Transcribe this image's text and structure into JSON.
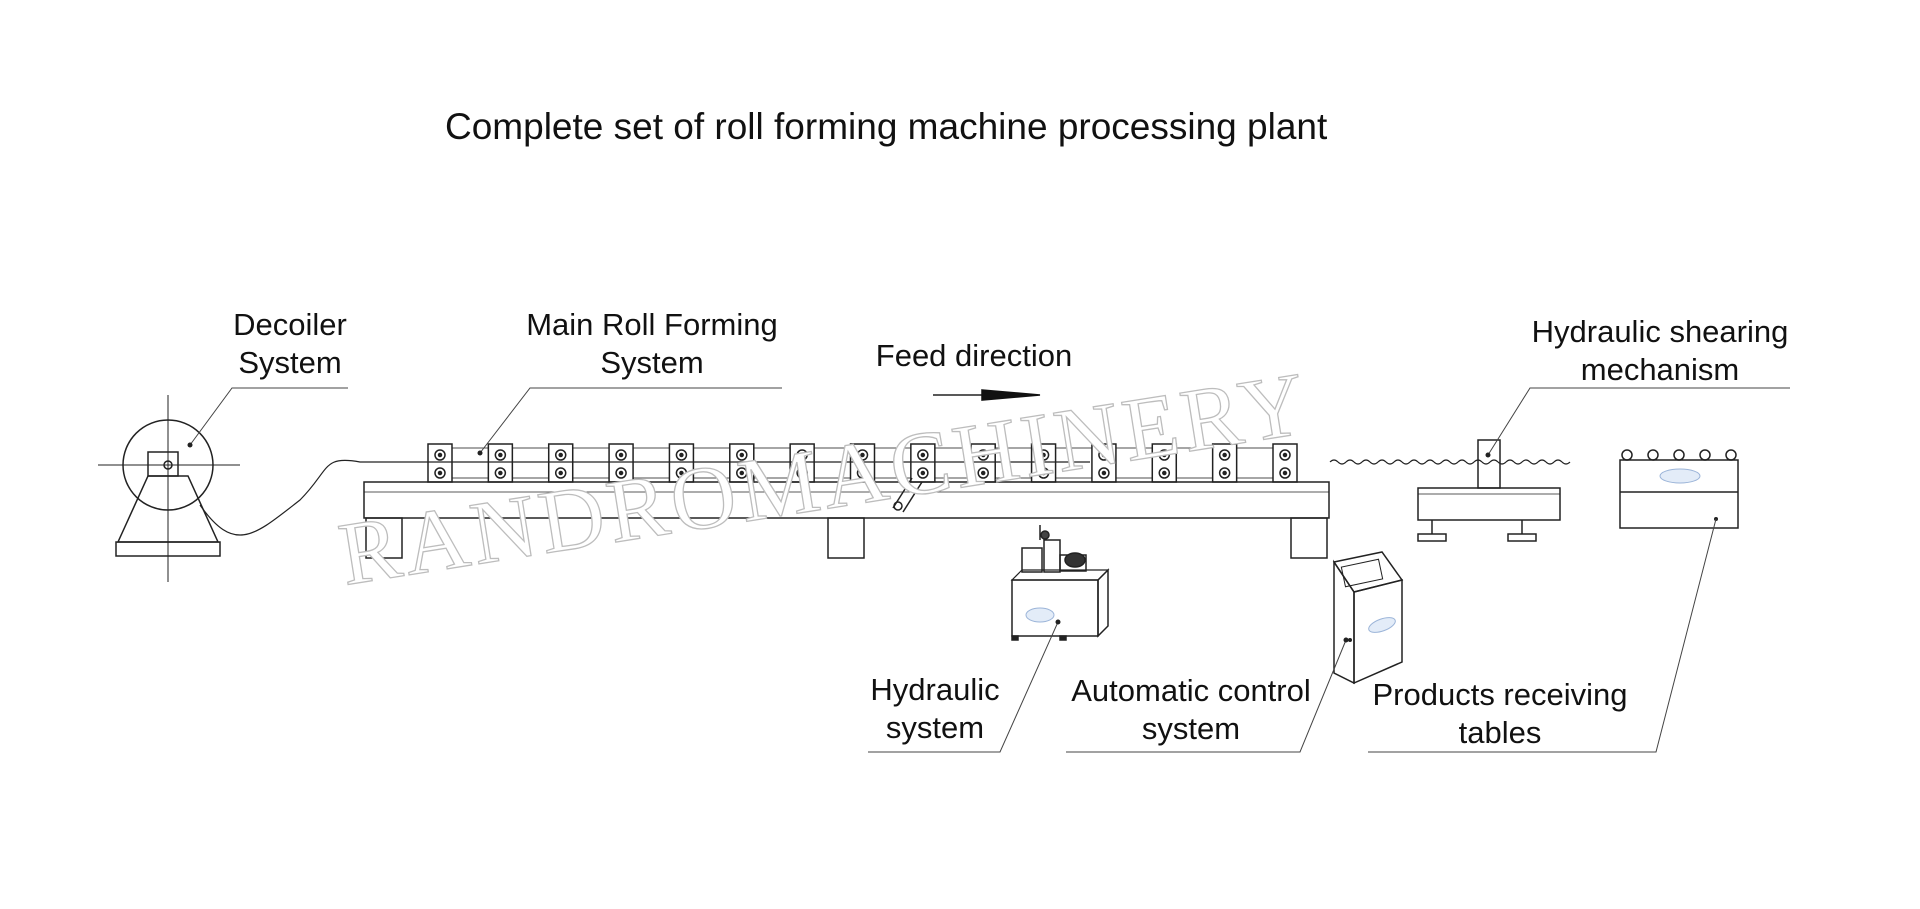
{
  "title": "Complete set of roll forming machine processing plant",
  "watermark": "RANDROMACHINERY",
  "labels": {
    "decoiler": [
      "Decoiler",
      "System"
    ],
    "main_roll": [
      "Main Roll Forming",
      "System"
    ],
    "feed": "Feed direction",
    "shearing": [
      "Hydraulic shearing",
      "mechanism"
    ],
    "hydraulic": [
      "Hydraulic",
      "system"
    ],
    "control": [
      "Automatic control",
      "system"
    ],
    "receiving": [
      "Products receiving",
      "tables"
    ]
  },
  "components": {
    "roller_stand_count": 15
  }
}
